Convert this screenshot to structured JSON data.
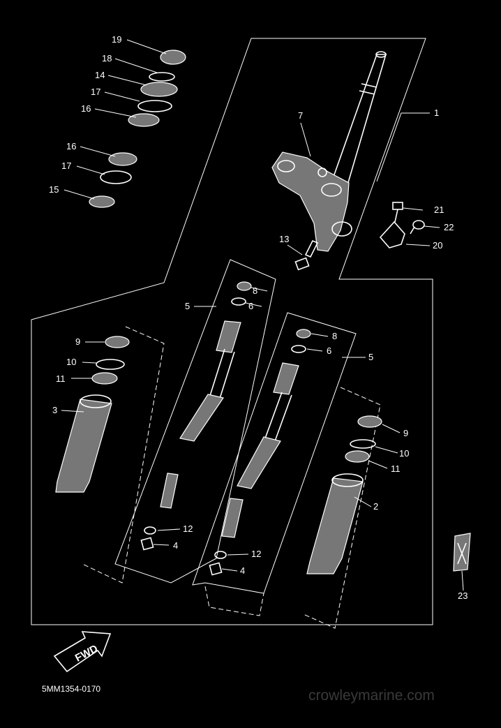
{
  "diagram": {
    "callouts": [
      "1",
      "2",
      "3",
      "4",
      "4",
      "5",
      "5",
      "6",
      "6",
      "7",
      "8",
      "8",
      "9",
      "9",
      "10",
      "10",
      "11",
      "11",
      "12",
      "12",
      "13",
      "14",
      "15",
      "16",
      "16",
      "17",
      "17",
      "18",
      "19",
      "20",
      "21",
      "22",
      "23"
    ],
    "fwd_label": "FWD",
    "diagram_code": "5MM1354-0170",
    "watermark": "crowleymarine.com"
  }
}
